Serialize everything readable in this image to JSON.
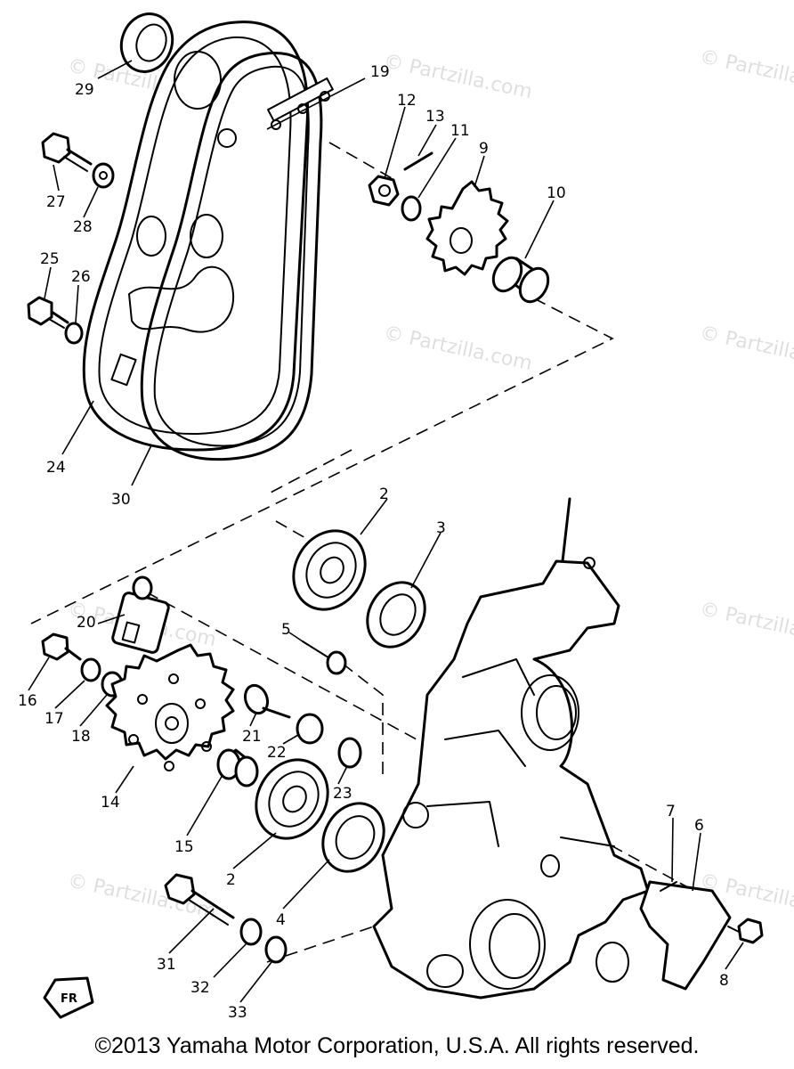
{
  "watermark": "© Partzilla.com",
  "copyright": "©2013 Yamaha Motor Corporation, U.S.A. All rights reserved.",
  "front_badge": "FR",
  "callouts": {
    "c2a": "2",
    "c2b": "2",
    "c3": "3",
    "c4": "4",
    "c5": "5",
    "c6": "6",
    "c7": "7",
    "c8": "8",
    "c9": "9",
    "c10": "10",
    "c11": "11",
    "c12": "12",
    "c13": "13",
    "c14": "14",
    "c15": "15",
    "c16": "16",
    "c17": "17",
    "c18": "18",
    "c19": "19",
    "c20": "20",
    "c21": "21",
    "c22": "22",
    "c23": "23",
    "c24": "24",
    "c25": "25",
    "c26": "26",
    "c27": "27",
    "c28": "28",
    "c29": "29",
    "c30": "30",
    "c31": "31",
    "c32": "32",
    "c33": "33"
  }
}
